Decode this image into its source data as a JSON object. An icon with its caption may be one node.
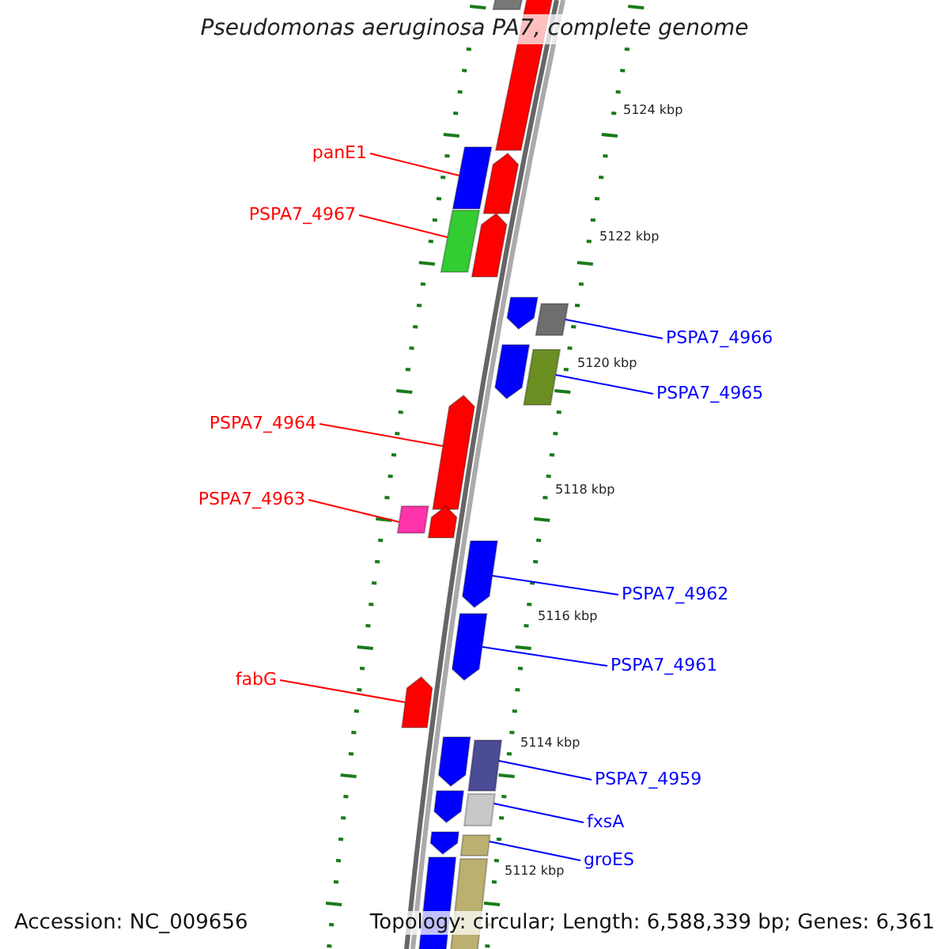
{
  "diagram": {
    "title": "Pseudomonas aeruginosa PA7, complete genome",
    "nodes": [
      {
        "text": [
          "panE1"
        ]
      },
      {
        "text": [],
        "shape": "box"
      },
      {
        "text": [
          "PSPA7_4967"
        ]
      },
      {
        "text": [],
        "shape": "box"
      },
      {
        "text": [
          "PSPA7_4966"
        ]
      },
      {
        "text": [],
        "shape": "box"
      },
      {
        "text": [
          "PSPA7_4965"
        ]
      },
      {
        "text": [],
        "shape": "box"
      },
      {
        "text": [
          "PSPA7_4964"
        ]
      },
      {
        "text": [],
        "shape": "arrow"
      },
      {
        "text": [
          "PSPA7_4963"
        ]
      },
      {
        "text": [],
        "shape": "box"
      },
      {
        "text": [
          "PSPA7_4962"
        ]
      },
      {
        "text": [],
        "shape": "arrow"
      },
      {
        "text": [
          "PSPA7_4961"
        ]
      },
      {
        "text": [],
        "shape": "arrow"
      },
      {
        "text": [
          "fabG"
        ]
      },
      {
        "text": [],
        "shape": "arrow"
      },
      {
        "text": [
          "PSPA7_4959"
        ]
      },
      {
        "text": [],
        "shape": "box"
      },
      {
        "text": [
          "fxsA"
        ]
      },
      {
        "text": [],
        "shape": "box"
      },
      {
        "text": [
          "groES"
        ]
      },
      {
        "text": [],
        "shape": "box"
      },
      {
        "text": [],
        "shape": "box"
      },
      {
        "text": [],
        "shape": "arrow"
      },
      {
        "text": [],
        "shape": "arrow"
      },
      {
        "text": [],
        "shape": "arrow"
      },
      {
        "text": [],
        "shape": "arrow"
      },
      {
        "text": [],
        "shape": "arrow"
      },
      {
        "text": [],
        "shape": "arrow"
      },
      {
        "text": [],
        "shape": "arrow"
      },
      {
        "text": [],
        "shape": "arrow"
      },
      {
        "text": [],
        "shape": "arrow"
      },
      {
        "text": [],
        "shape": "arrow"
      },
      {
        "text": [],
        "shape": "box"
      }
    ],
    "edges": [
      {
        "from": 0,
        "to": 1,
        "arrow": "none",
        "color": "#ff0000"
      },
      {
        "from": 2,
        "to": 3,
        "arrow": "none",
        "color": "#ff0000"
      },
      {
        "from": 4,
        "to": 5,
        "arrow": "none"
      },
      {
        "from": 6,
        "to": 7,
        "arrow": "none"
      },
      {
        "from": 8,
        "to": 9,
        "arrow": "none",
        "color": "#ff0000"
      },
      {
        "from": 10,
        "to": 11,
        "arrow": "none",
        "color": "#ff0000"
      },
      {
        "from": 12,
        "to": 13,
        "arrow": "none"
      },
      {
        "from": 14,
        "to": 15,
        "arrow": "none"
      },
      {
        "from": 16,
        "to": 17,
        "arrow": "none",
        "color": "#ff0000"
      },
      {
        "from": 18,
        "to": 19,
        "arrow": "none"
      },
      {
        "from": 20,
        "to": 21,
        "arrow": "none"
      },
      {
        "from": 22,
        "to": 23,
        "arrow": "none"
      }
    ],
    "labels": [
      "5124 kbp",
      "5122 kbp",
      "5120 kbp",
      "5118 kbp",
      "5116 kbp",
      "5114 kbp",
      "5112 kbp",
      "Accession: NC_009656",
      "Topology: circular; Length: 6,588,339 bp; Genes: 6,361"
    ]
  }
}
